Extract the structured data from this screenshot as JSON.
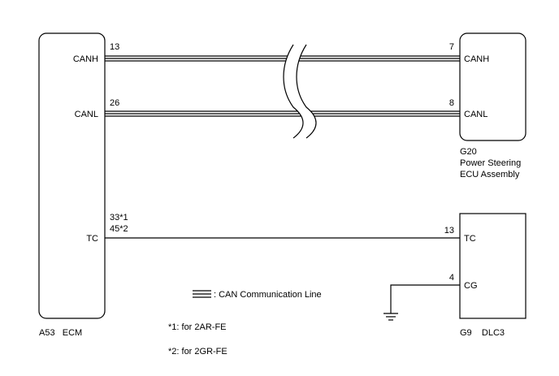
{
  "ecm": {
    "label": "A53   ECM",
    "terminals": {
      "canh": "CANH",
      "canl": "CANL",
      "tc": "TC"
    },
    "pins": {
      "canh": "13",
      "canl": "26",
      "tc_1": "33*1",
      "tc_2": "45*2"
    }
  },
  "ps_ecu": {
    "label_1": "G20",
    "label_2": "Power Steering",
    "label_3": "ECU Assembly",
    "terminals": {
      "canh": "CANH",
      "canl": "CANL"
    },
    "pins": {
      "canh": "7",
      "canl": "8"
    }
  },
  "dlc3": {
    "label": "G9    DLC3",
    "terminals": {
      "tc": "TC",
      "cg": "CG"
    },
    "pins": {
      "tc": "13",
      "cg": "4"
    }
  },
  "legend": {
    "text": ": CAN Communication Line"
  },
  "notes": {
    "note_1": "*1: for 2AR-FE",
    "note_2": "*2: for 2GR-FE"
  }
}
